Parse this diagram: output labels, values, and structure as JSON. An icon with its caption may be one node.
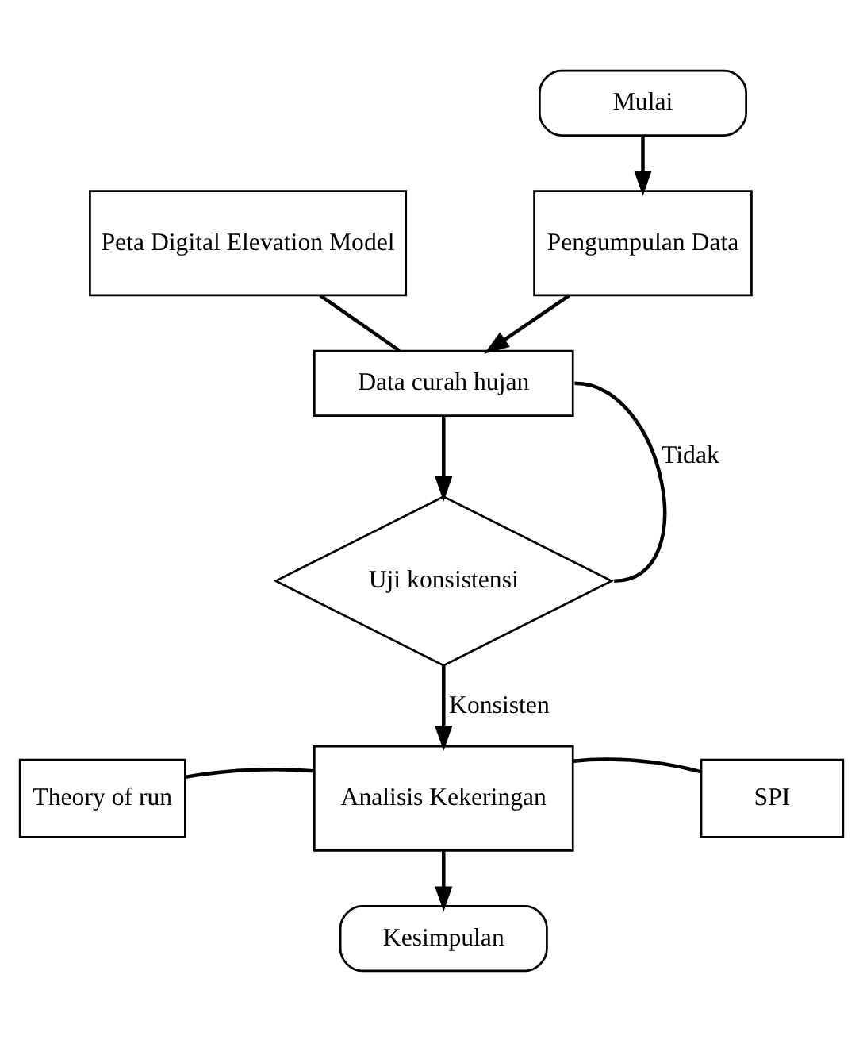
{
  "diagram": {
    "nodes": [
      {
        "text": [
          "Mulai"
        ]
      },
      {
        "text": [
          "Pengumpulan Data"
        ]
      },
      {
        "text": [
          "Peta Digital Elevation Model"
        ]
      },
      {
        "text": [
          "Data curah hujan"
        ]
      },
      {
        "text": [
          "Uji konsistensi"
        ]
      },
      {
        "text": [
          "Analisis Kekeringan"
        ]
      },
      {
        "text": [
          "Theory of run"
        ]
      },
      {
        "text": [
          "SPI"
        ]
      },
      {
        "text": [
          "Kesimpulan"
        ]
      }
    ],
    "edges": [
      {
        "from": 0,
        "to": 1,
        "arrow": "to"
      },
      {
        "from": 1,
        "to": 3,
        "arrow": "to"
      },
      {
        "from": 2,
        "to": 3,
        "arrow": "none"
      },
      {
        "from": 3,
        "to": 4,
        "arrow": "to"
      },
      {
        "from": 4,
        "to": 3,
        "arrow": "none",
        "label": "Tidak"
      },
      {
        "from": 4,
        "to": 5,
        "arrow": "to",
        "label": "Konsisten"
      },
      {
        "from": 6,
        "to": 5,
        "arrow": "none"
      },
      {
        "from": 7,
        "to": 5,
        "arrow": "none"
      },
      {
        "from": 5,
        "to": 8,
        "arrow": "to"
      }
    ]
  }
}
